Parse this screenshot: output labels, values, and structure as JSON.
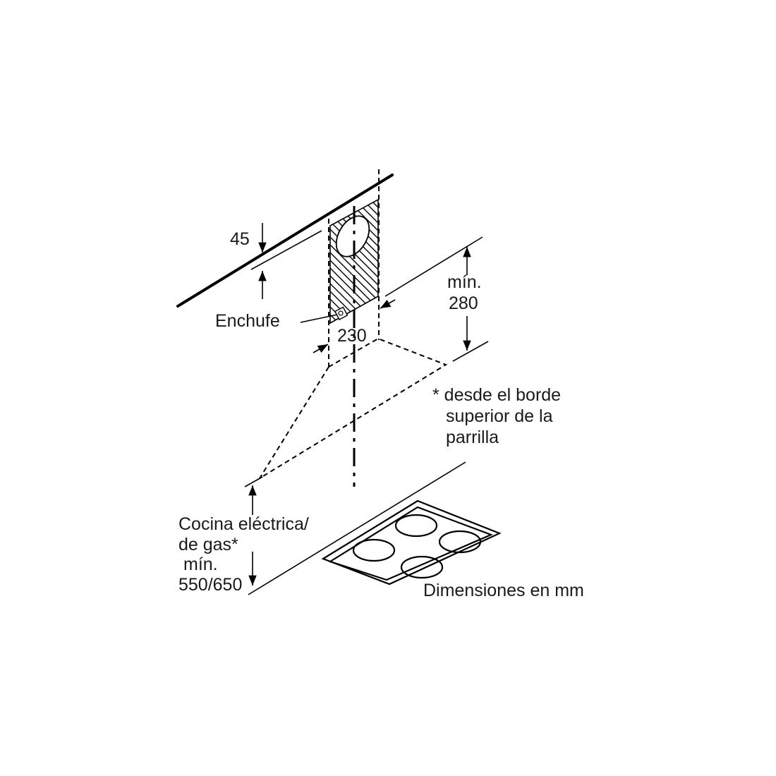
{
  "labels": {
    "dim_45": "45",
    "socket": "Enchufe",
    "dim_230": "230",
    "min_280_line1": "mín.",
    "min_280_line2": "280",
    "note_line1": "* desde el borde",
    "note_line2": "superior de la",
    "note_line3": "parrilla",
    "cooker_line1": "Cocina eléctrica/",
    "cooker_line2": "de gas*",
    "cooker_line3": "mín.",
    "cooker_line4": "550/650",
    "units": "Dimensiones en mm"
  }
}
